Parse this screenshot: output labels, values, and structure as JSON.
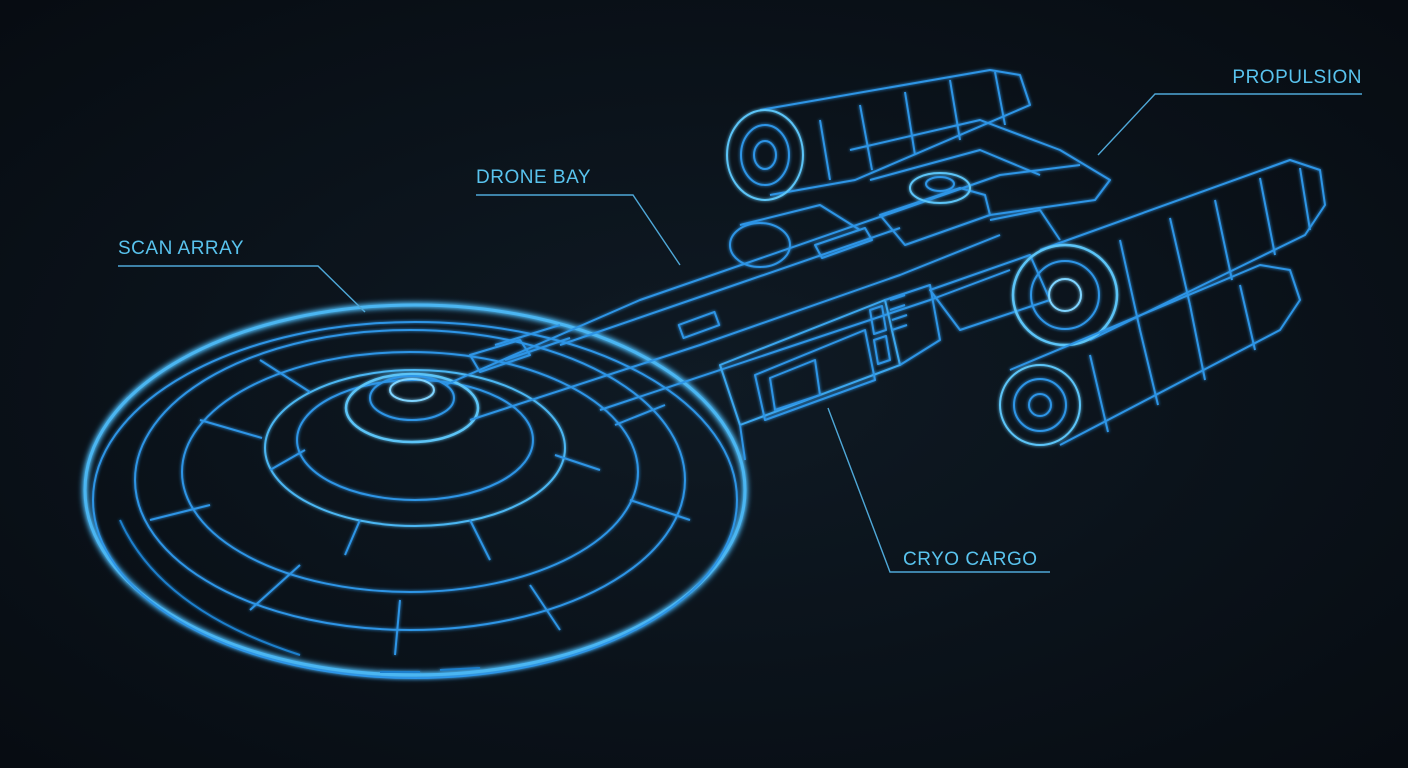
{
  "colors": {
    "background": "#0a1118",
    "wireframe": "#2d95e6",
    "wireframe_bright": "#7fd4ff",
    "label": "#59c3ee",
    "leader": "#4fa8d8"
  },
  "callouts": {
    "scan_array": "SCAN ARRAY",
    "drone_bay": "DRONE BAY",
    "propulsion": "PROPULSION",
    "cryo_cargo": "CRYO CARGO"
  }
}
